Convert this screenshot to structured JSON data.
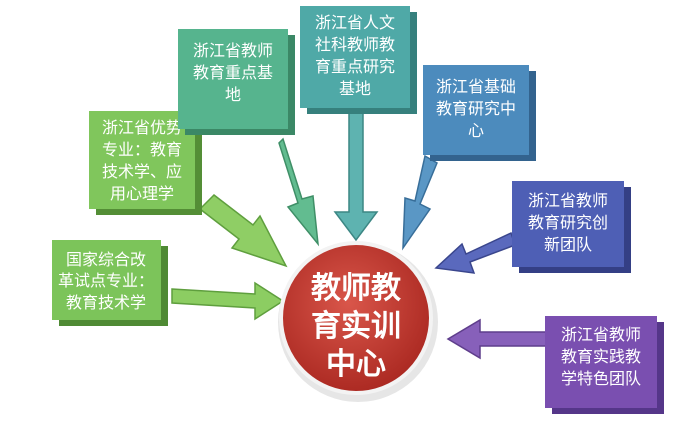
{
  "center": {
    "lines": [
      "教师教",
      "育实训",
      "中心"
    ],
    "color": "#c0392f"
  },
  "boxes": [
    {
      "id": "national-reform-major",
      "lines": [
        "国家综合改",
        "革试点专业：",
        "教育技术学"
      ],
      "color": "#7cc45a"
    },
    {
      "id": "zhejiang-advantage-major",
      "lines": [
        "浙江省优势",
        "专业：教育",
        "技术学、应",
        "用心理学"
      ],
      "color": "#80c65c"
    },
    {
      "id": "zhejiang-key-base",
      "lines": [
        "浙江省教师",
        "教育重点基",
        "地"
      ],
      "color": "#56b48e"
    },
    {
      "id": "zhejiang-humanities-base",
      "lines": [
        "浙江省人文",
        "社科教师教",
        "育重点研究",
        "基地"
      ],
      "color": "#4fa9a7"
    },
    {
      "id": "zhejiang-basic-edu-center",
      "lines": [
        "浙江省基础",
        "教育研究中",
        "心"
      ],
      "color": "#4c8bbd"
    },
    {
      "id": "zhejiang-innovation-team",
      "lines": [
        "浙江省教师",
        "教育研究创",
        "新团队"
      ],
      "color": "#4e5fb5"
    },
    {
      "id": "zhejiang-practice-team",
      "lines": [
        "浙江省教师",
        "教育实践教",
        "学特色团队"
      ],
      "color": "#7a4fb0"
    }
  ]
}
